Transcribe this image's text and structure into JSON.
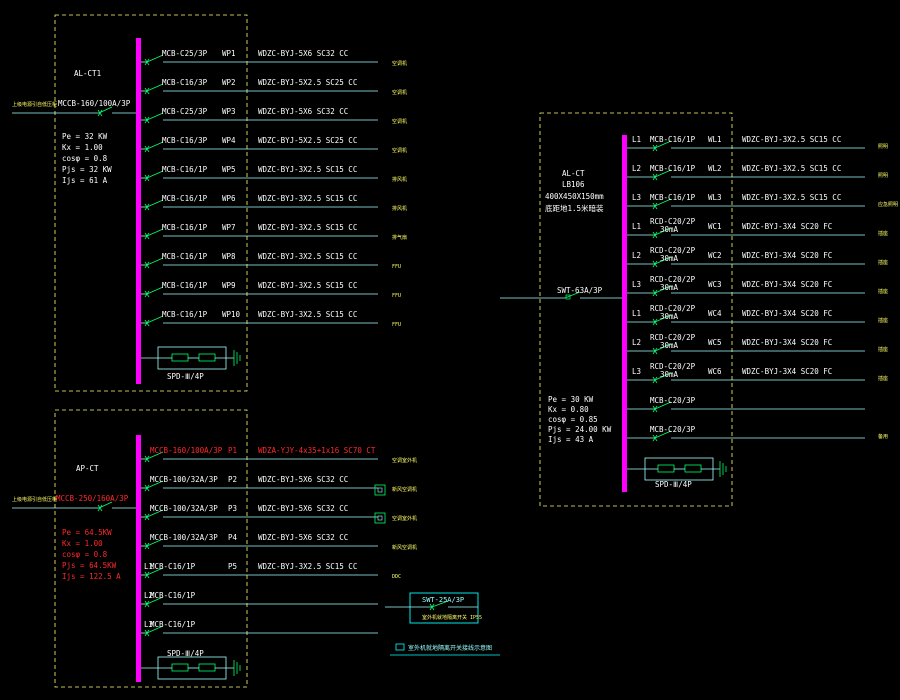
{
  "panel_ct1": {
    "name": "AL-CT1",
    "incoming_breaker": "MCCB-160/100A/3P",
    "incoming_note": "上级电源引自低压柜",
    "params": [
      "Pe = 32 KW",
      "Kx = 1.00",
      "cosφ = 0.8",
      "Pjs = 32 KW",
      "Ijs = 61 A"
    ],
    "circuits": [
      {
        "breaker": "MCB-C25/3P",
        "id": "WP1",
        "cable": "WDZC-BYJ-5X6 SC32 CC",
        "load": "空调机"
      },
      {
        "breaker": "MCB-C16/3P",
        "id": "WP2",
        "cable": "WDZC-BYJ-5X2.5 SC25 CC",
        "load": "空调机"
      },
      {
        "breaker": "MCB-C25/3P",
        "id": "WP3",
        "cable": "WDZC-BYJ-5X6 SC32 CC",
        "load": "空调机"
      },
      {
        "breaker": "MCB-C16/3P",
        "id": "WP4",
        "cable": "WDZC-BYJ-5X2.5 SC25 CC",
        "load": "空调机"
      },
      {
        "breaker": "MCB-C16/1P",
        "id": "WP5",
        "cable": "WDZC-BYJ-3X2.5 SC15 CC",
        "load": "排风机"
      },
      {
        "breaker": "MCB-C16/1P",
        "id": "WP6",
        "cable": "WDZC-BYJ-3X2.5 SC15 CC",
        "load": "排风机"
      },
      {
        "breaker": "MCB-C16/1P",
        "id": "WP7",
        "cable": "WDZC-BYJ-3X2.5 SC15 CC",
        "load": "排气扇"
      },
      {
        "breaker": "MCB-C16/1P",
        "id": "WP8",
        "cable": "WDZC-BYJ-3X2.5 SC15 CC",
        "load": "FFU"
      },
      {
        "breaker": "MCB-C16/1P",
        "id": "WP9",
        "cable": "WDZC-BYJ-3X2.5 SC15 CC",
        "load": "FFU"
      },
      {
        "breaker": "MCB-C16/1P",
        "id": "WP10",
        "cable": "WDZC-BYJ-3X2.5 SC15 CC",
        "load": "FFU"
      }
    ],
    "spd": "SPD-Ⅲ/4P"
  },
  "panel_apct": {
    "name": "AP-CT",
    "incoming_breaker": "MCCB-250/160A/3P",
    "incoming_note": "上级电源引自低压柜",
    "params": [
      "Pe = 64.5KW",
      "Kx = 1.00",
      "cosφ = 0.8",
      "Pjs = 64.5KW",
      "Ijs = 122.5 A"
    ],
    "circuits": [
      {
        "breaker": "MCCB-160/100A/3P",
        "id": "P1",
        "cable": "WDZA-YJY-4x35+1x16 SC70 CT",
        "load": "空调室外机",
        "red": true
      },
      {
        "breaker": "MCCB-100/32A/3P",
        "id": "P2",
        "cable": "WDZC-BYJ-5X6 SC32 CC",
        "load": "新风空调机"
      },
      {
        "breaker": "MCCB-100/32A/3P",
        "id": "P3",
        "cable": "WDZC-BYJ-5X6 SC32 CC",
        "load": "空调室外机"
      },
      {
        "breaker": "MCCB-100/32A/3P",
        "id": "P4",
        "cable": "WDZC-BYJ-5X6 SC32 CC",
        "load": "新风空调机"
      },
      {
        "phase": "L1",
        "breaker": "MCB-C16/1P",
        "id": "P5",
        "cable": "WDZC-BYJ-3X2.5 SC15 CC",
        "load": "DDC"
      },
      {
        "phase": "L2",
        "breaker": "MCB-C16/1P",
        "id": "",
        "cable": "",
        "load": ""
      },
      {
        "phase": "L3",
        "breaker": "MCB-C16/1P",
        "id": "",
        "cable": "",
        "load": ""
      }
    ],
    "spd": "SPD-Ⅲ/4P"
  },
  "switch_detail": {
    "breaker": "SWT-25A/3P",
    "note": "室外机就地隔离开关 IP55",
    "caption": "室外机就地隔离开关接线示意图"
  },
  "panel_alct": {
    "name": "AL-CT",
    "location": "LB106",
    "size": "400X450X150mm",
    "mount": "底距地1.5米暗装",
    "incoming_breaker": "SWT-63A/3P",
    "params": [
      "Pe = 30 KW",
      "Kx = 0.80",
      "cosφ = 0.85",
      "Pjs = 24.00 KW",
      "Ijs = 43 A"
    ],
    "circuits": [
      {
        "phase": "L1",
        "breaker": "MCB-C16/1P",
        "rcd": "",
        "id": "WL1",
        "cable": "WDZC-BYJ-3X2.5 SC15 CC",
        "load": "照明"
      },
      {
        "phase": "L2",
        "breaker": "MCB-C16/1P",
        "rcd": "",
        "id": "WL2",
        "cable": "WDZC-BYJ-3X2.5 SC15 CC",
        "load": "照明"
      },
      {
        "phase": "L3",
        "breaker": "MCB-C16/1P",
        "rcd": "",
        "id": "WL3",
        "cable": "WDZC-BYJ-3X2.5 SC15 CC",
        "load": "应急照明"
      },
      {
        "phase": "L1",
        "breaker": "RCD-C20/2P",
        "rcd": "30mA",
        "id": "WC1",
        "cable": "WDZC-BYJ-3X4 SC20 FC",
        "load": "插座"
      },
      {
        "phase": "L2",
        "breaker": "RCD-C20/2P",
        "rcd": "30mA",
        "id": "WC2",
        "cable": "WDZC-BYJ-3X4 SC20 FC",
        "load": "插座"
      },
      {
        "phase": "L3",
        "breaker": "RCD-C20/2P",
        "rcd": "30mA",
        "id": "WC3",
        "cable": "WDZC-BYJ-3X4 SC20 FC",
        "load": "插座"
      },
      {
        "phase": "L1",
        "breaker": "RCD-C20/2P",
        "rcd": "30mA",
        "id": "WC4",
        "cable": "WDZC-BYJ-3X4 SC20 FC",
        "load": "插座"
      },
      {
        "phase": "L2",
        "breaker": "RCD-C20/2P",
        "rcd": "30mA",
        "id": "WC5",
        "cable": "WDZC-BYJ-3X4 SC20 FC",
        "load": "插座"
      },
      {
        "phase": "L3",
        "breaker": "RCD-C20/2P",
        "rcd": "30mA",
        "id": "WC6",
        "cable": "WDZC-BYJ-3X4 SC20 FC",
        "load": "插座"
      },
      {
        "phase": "",
        "breaker": "MCB-C20/3P",
        "rcd": "",
        "id": "",
        "cable": "",
        "load": ""
      },
      {
        "phase": "",
        "breaker": "MCB-C20/3P",
        "rcd": "",
        "id": "",
        "cable": "",
        "load": "备用"
      }
    ],
    "spd": "SPD-Ⅲ/4P"
  },
  "colors": {
    "background": "#000000",
    "busbar": "#ff00ff",
    "frame": "#ffff66",
    "wire": "#9fffff",
    "switch": "#00ff66",
    "text": "#ffffff",
    "highlight": "#ff2a2a",
    "label": "#ffff66"
  }
}
